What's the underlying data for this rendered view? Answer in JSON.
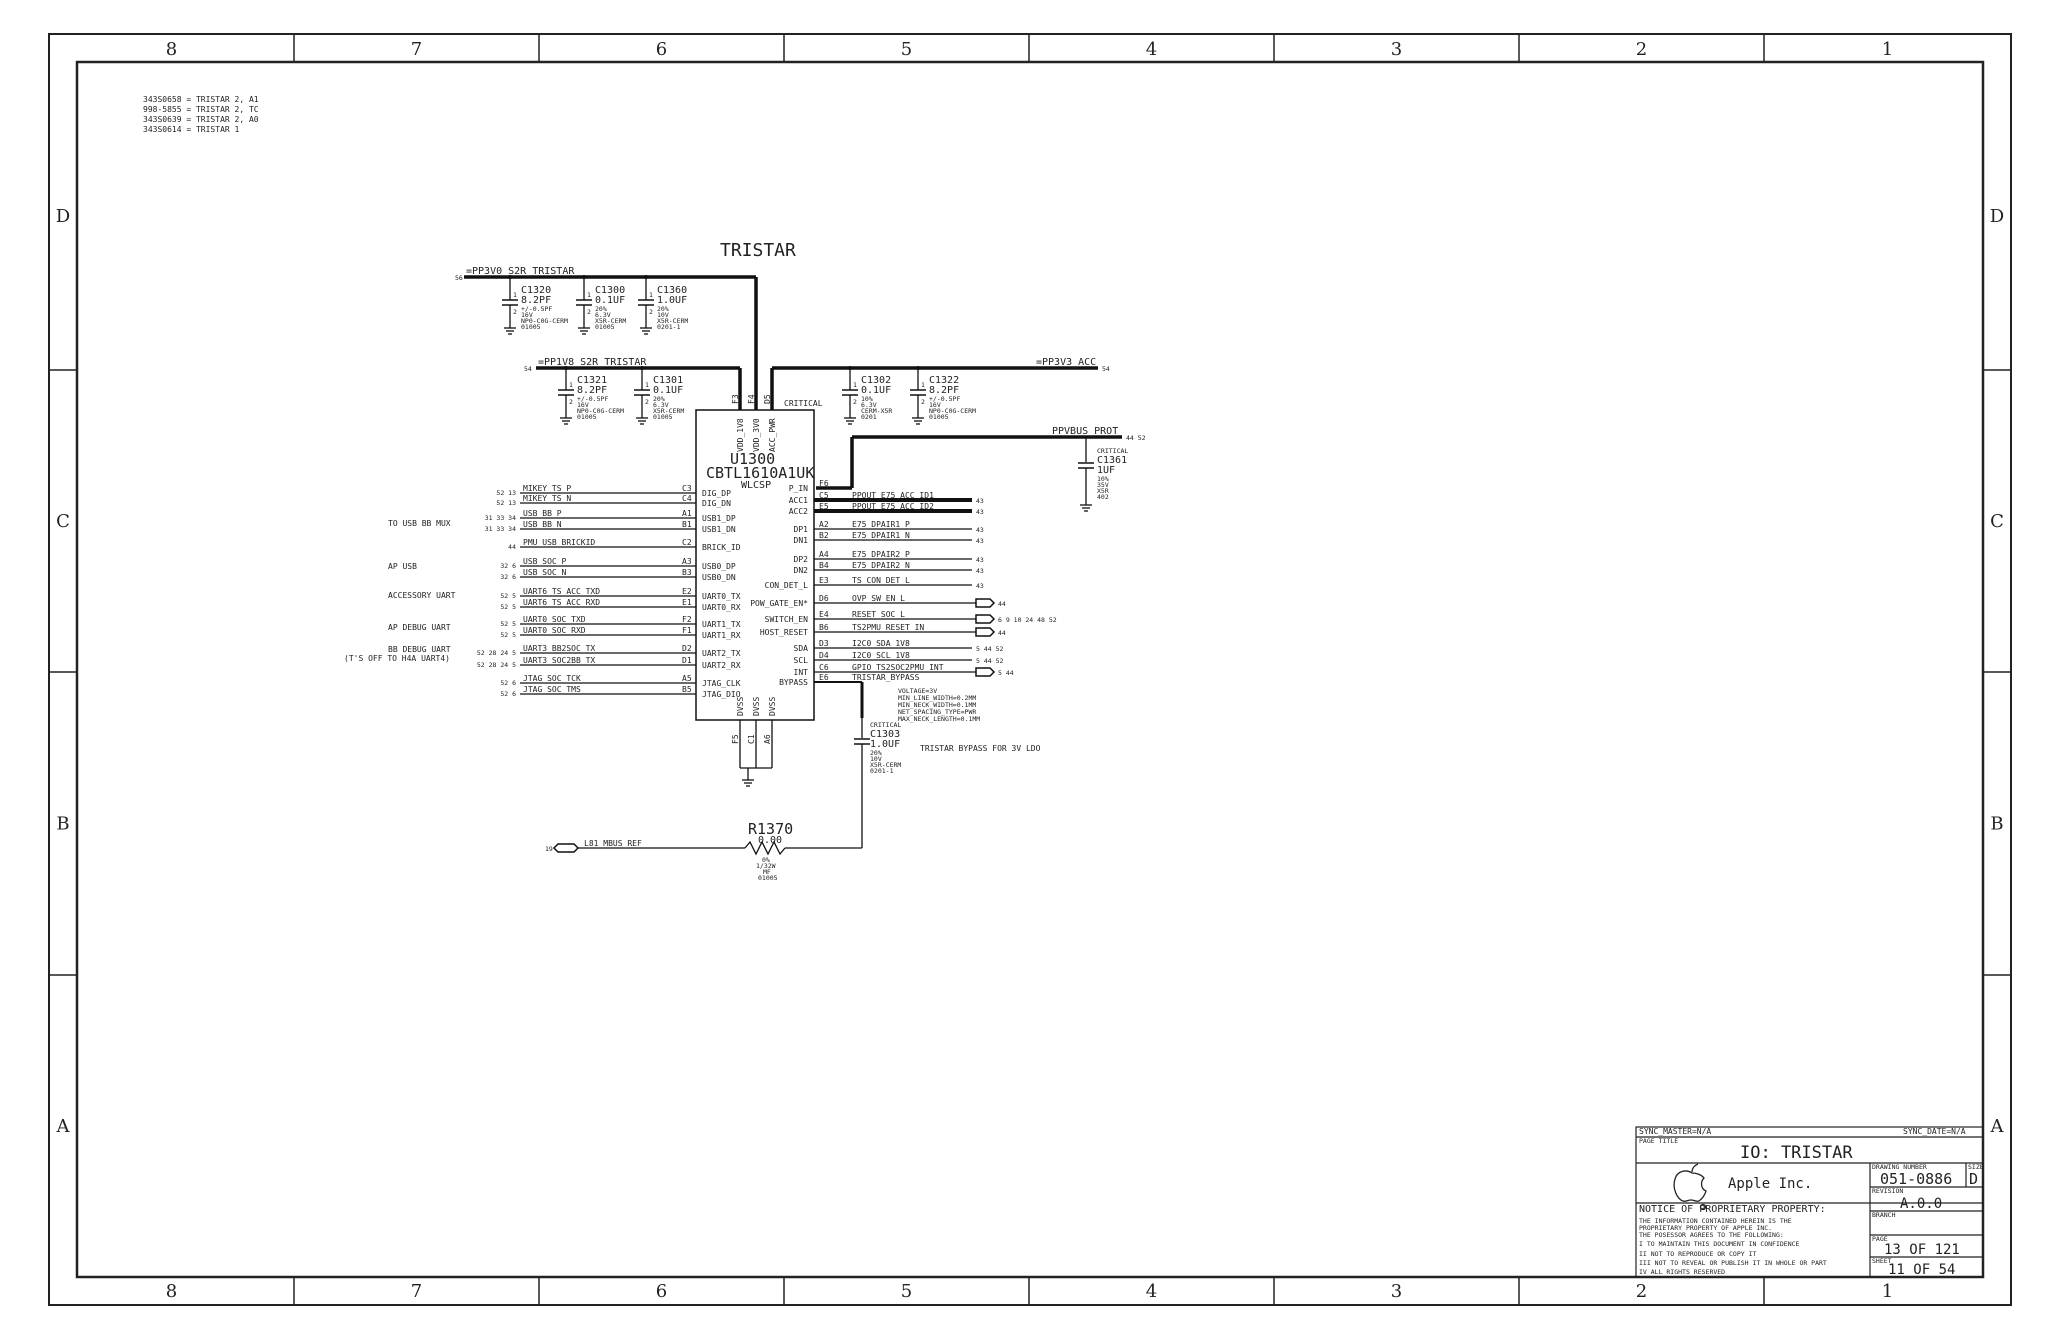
{
  "sheet": {
    "columns": [
      "8",
      "7",
      "6",
      "5",
      "4",
      "3",
      "2",
      "1"
    ],
    "rows": [
      "D",
      "C",
      "B",
      "A"
    ]
  },
  "notes": [
    "343S0658 = TRISTAR 2, A1",
    "998-5855 = TRISTAR 2, TC",
    "343S0639 = TRISTAR 2, A0",
    "343S0614 = TRISTAR 1"
  ],
  "heading": "TRISTAR",
  "rails": {
    "pp3v0": "=PP3V0_S2R_TRISTAR",
    "pp1v8": "=PP1V8_S2R_TRISTAR",
    "pp3v3": "=PP3V3_ACC",
    "ppvbus": "PPVBUS_PROT",
    "ref_56": "56",
    "ref_54": "54",
    "ref_ppvbus": "44 52"
  },
  "caps_top": [
    {
      "ref": "C1320",
      "val": "8.2PF",
      "l1": "+/-0.5PF",
      "l2": "16V",
      "l3": "NP0-C0G-CERM",
      "l4": "01005"
    },
    {
      "ref": "C1300",
      "val": "0.1UF",
      "l1": "20%",
      "l2": "6.3V",
      "l3": "X5R-CERM",
      "l4": "01005"
    },
    {
      "ref": "C1360",
      "val": "1.0UF",
      "l1": "20%",
      "l2": "10V",
      "l3": "X5R-CERM",
      "l4": "0201-1"
    }
  ],
  "caps_mid": [
    {
      "ref": "C1321",
      "val": "8.2PF",
      "l1": "+/-0.5PF",
      "l2": "16V",
      "l3": "NP0-C0G-CERM",
      "l4": "01005"
    },
    {
      "ref": "C1301",
      "val": "0.1UF",
      "l1": "20%",
      "l2": "6.3V",
      "l3": "X5R-CERM",
      "l4": "01005"
    }
  ],
  "caps_right": [
    {
      "ref": "C1302",
      "val": "0.1UF",
      "l1": "10%",
      "l2": "6.3V",
      "l3": "CERM-X5R",
      "l4": "0201"
    },
    {
      "ref": "C1322",
      "val": "8.2PF",
      "l1": "+/-0.5PF",
      "l2": "16V",
      "l3": "NP0-C0G-CERM",
      "l4": "01005"
    }
  ],
  "cap_c1361": {
    "crit": "CRITICAL",
    "ref": "C1361",
    "val": "1UF",
    "l1": "10%",
    "l2": "35V",
    "l3": "X5R",
    "l4": "402"
  },
  "cap_c1303": {
    "crit": "CRITICAL",
    "ref": "C1303",
    "val": "1.0UF",
    "l1": "20%",
    "l2": "10V",
    "l3": "X5R-CERM",
    "l4": "0201-1"
  },
  "chip": {
    "ref": "U1300",
    "part": "CBTL1610A1UK",
    "pkg": "WLCSP",
    "critical": "CRITICAL",
    "top_pins": [
      "VDD_1V8",
      "VDD_3V0",
      "ACC_PWR"
    ],
    "top_nums": [
      "F3",
      "F4",
      "D5"
    ],
    "bot_pins": [
      "DVSS",
      "DVSS",
      "DVSS"
    ],
    "bot_nums": [
      "F5",
      "C1",
      "A6"
    ]
  },
  "left_pins": [
    {
      "net": "MIKEY_TS_P",
      "num": "C3",
      "pin": "DIG_DP",
      "ref": "52 13"
    },
    {
      "net": "MIKEY_TS_N",
      "num": "C4",
      "pin": "DIG_DN",
      "ref": "52 13"
    },
    {
      "net": "USB_BB_P",
      "num": "A1",
      "pin": "USB1_DP",
      "ref": "31 33 34"
    },
    {
      "net": "USB_BB_N",
      "num": "B1",
      "pin": "USB1_DN",
      "ref": "31 33 34"
    },
    {
      "net": "PMU_USB_BRICKID",
      "num": "C2",
      "pin": "BRICK_ID",
      "ref": "44"
    },
    {
      "net": "USB_SOC_P",
      "num": "A3",
      "pin": "USB0_DP",
      "ref": "32 6"
    },
    {
      "net": "USB_SOC_N",
      "num": "B3",
      "pin": "USB0_DN",
      "ref": "32 6"
    },
    {
      "net": "UART6_TS_ACC_TXD",
      "num": "E2",
      "pin": "UART0_TX",
      "ref": "52 5"
    },
    {
      "net": "UART6_TS_ACC_RXD",
      "num": "E1",
      "pin": "UART0_RX",
      "ref": "52 5"
    },
    {
      "net": "UART0_SOC_TXD",
      "num": "F2",
      "pin": "UART1_TX",
      "ref": "52 5"
    },
    {
      "net": "UART0_SOC_RXD",
      "num": "F1",
      "pin": "UART1_RX",
      "ref": "52 5"
    },
    {
      "net": "UART3_BB2SOC_TX",
      "num": "D2",
      "pin": "UART2_TX",
      "ref": "52 28 24 5"
    },
    {
      "net": "UART3_SOC2BB_TX",
      "num": "D1",
      "pin": "UART2_RX",
      "ref": "52 28 24 5"
    },
    {
      "net": "JTAG_SOC_TCK",
      "num": "A5",
      "pin": "JTAG_CLK",
      "ref": "52 6"
    },
    {
      "net": "JTAG_SOC_TMS",
      "num": "B5",
      "pin": "JTAG_DIO",
      "ref": "52 6"
    }
  ],
  "groups": [
    {
      "l1": "TO USB BB MUX",
      "l2": ""
    },
    {
      "l1": "AP USB",
      "l2": ""
    },
    {
      "l1": "ACCESSORY UART",
      "l2": ""
    },
    {
      "l1": "AP DEBUG UART",
      "l2": ""
    },
    {
      "l1": "BB DEBUG UART",
      "l2": "(T'S OFF TO H4A UART4)"
    }
  ],
  "right_pins": [
    {
      "pin": "P_IN",
      "num": "F6",
      "net": "",
      "ref": ""
    },
    {
      "pin": "ACC1",
      "num": "C5",
      "net": "PPOUT_E75_ACC_ID1",
      "ref": "43"
    },
    {
      "pin": "ACC2",
      "num": "E5",
      "net": "PPOUT_E75_ACC_ID2",
      "ref": "43"
    },
    {
      "pin": "DP1",
      "num": "A2",
      "net": "E75_DPAIR1_P",
      "ref": "43"
    },
    {
      "pin": "DN1",
      "num": "B2",
      "net": "E75_DPAIR1_N",
      "ref": "43"
    },
    {
      "pin": "DP2",
      "num": "A4",
      "net": "E75_DPAIR2_P",
      "ref": "43"
    },
    {
      "pin": "DN2",
      "num": "B4",
      "net": "E75_DPAIR2_N",
      "ref": "43"
    },
    {
      "pin": "CON_DET_L",
      "num": "E3",
      "net": "TS_CON_DET_L",
      "ref": "43"
    },
    {
      "pin": "POW_GATE_EN*",
      "num": "D6",
      "net": "OVP_SW_EN_L",
      "ref": "44"
    },
    {
      "pin": "SWITCH_EN",
      "num": "E4",
      "net": "RESET_SOC_L",
      "ref": "6 9 10 24 48 52"
    },
    {
      "pin": "HOST_RESET",
      "num": "B6",
      "net": "TS2PMU_RESET_IN",
      "ref": "44"
    },
    {
      "pin": "SDA",
      "num": "D3",
      "net": "I2C0_SDA_1V8",
      "ref": "5 44 52"
    },
    {
      "pin": "SCL",
      "num": "D4",
      "net": "I2C0_SCL_1V8",
      "ref": "5 44 52"
    },
    {
      "pin": "INT",
      "num": "C6",
      "net": "GPIO_TS2SOC2PMU_INT",
      "ref": "5 44"
    },
    {
      "pin": "BYPASS",
      "num": "E6",
      "net": "TRISTAR_BYPASS",
      "ref": ""
    }
  ],
  "bypass_notes": [
    "VOLTAGE=3V",
    "MIN_LINE_WIDTH=0.2MM",
    "MIN_NECK_WIDTH=0.1MM",
    "NET_SPACING_TYPE=PWR",
    "MAX_NECK_LENGTH=0.1MM"
  ],
  "bypass_label": "TRISTAR BYPASS FOR 3V LDO",
  "resistor": {
    "ref": "R1370",
    "val": "0.00",
    "l1": "0%",
    "l2": "1/32W",
    "l3": "MF",
    "l4": "01005"
  },
  "mbus": {
    "net": "L81_MBUS_REF",
    "ref": "19"
  },
  "title_block": {
    "sync_master": "SYNC_MASTER=N/A",
    "sync_date": "SYNC_DATE=N/A",
    "page_title_label": "PAGE TITLE",
    "title": "IO:  TRISTAR",
    "company": "Apple Inc.",
    "dwg_label": "DRAWING NUMBER",
    "dwg": "051-0886",
    "size_label": "SIZE",
    "size": "D",
    "rev_label": "REVISION",
    "rev": "A.0.0",
    "branch_label": "BRANCH",
    "page_label": "PAGE",
    "page": "13 OF 121",
    "sheet_label": "SHEET",
    "sheet": "11 OF 54",
    "notice_title": "NOTICE OF PROPRIETARY PROPERTY:",
    "notice": [
      "THE INFORMATION CONTAINED HEREIN IS THE",
      "PROPRIETARY PROPERTY OF APPLE INC.",
      "THE POSESSOR AGREES TO THE FOLLOWING:",
      " I TO MAINTAIN THIS DOCUMENT IN CONFIDENCE",
      " II NOT TO REPRODUCE OR COPY IT",
      "III NOT TO REVEAL OR PUBLISH IT IN WHOLE OR PART",
      " IV ALL RIGHTS RESERVED"
    ]
  }
}
